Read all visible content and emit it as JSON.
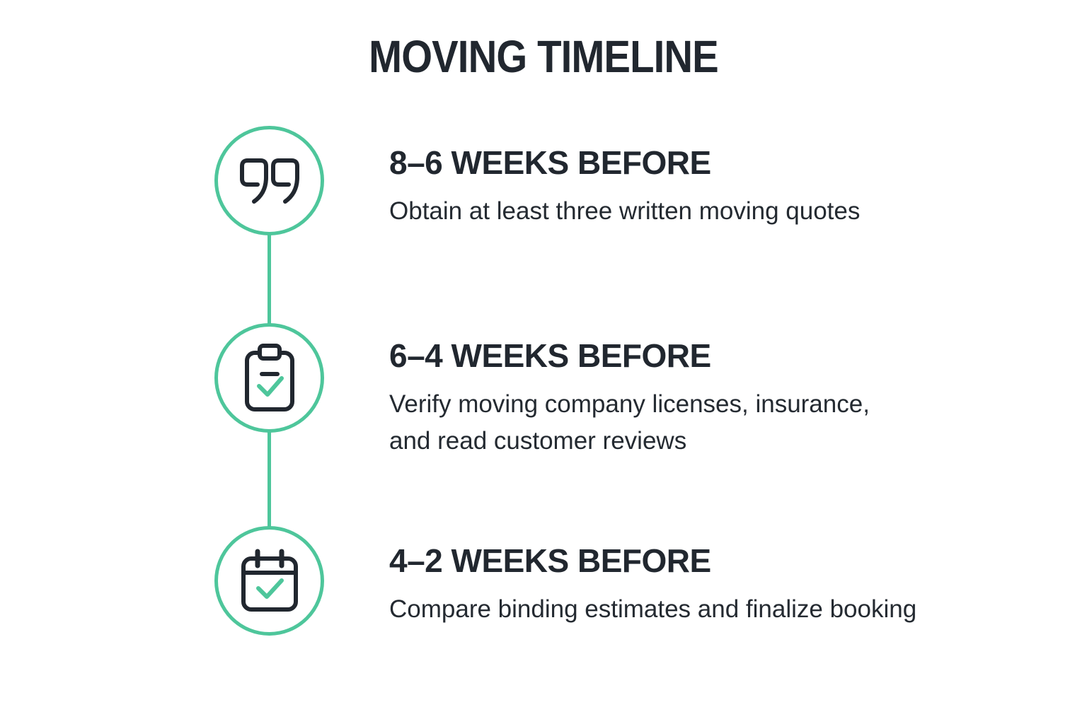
{
  "title": "MOVING TIMELINE",
  "colors": {
    "accent": "#4EC69B",
    "dark": "#21272F",
    "text": "#242A31"
  },
  "timeline": {
    "items": [
      {
        "icon": "quotation-marks-icon",
        "heading": "8–6 WEEKS BEFORE",
        "description": "Obtain at least three written moving quotes"
      },
      {
        "icon": "clipboard-check-icon",
        "heading": "6–4 WEEKS BEFORE",
        "description": "Verify moving company licenses, insurance,\nand read customer reviews"
      },
      {
        "icon": "calendar-check-icon",
        "heading": "4–2 WEEKS BEFORE",
        "description": "Compare binding estimates and finalize booking"
      }
    ]
  }
}
